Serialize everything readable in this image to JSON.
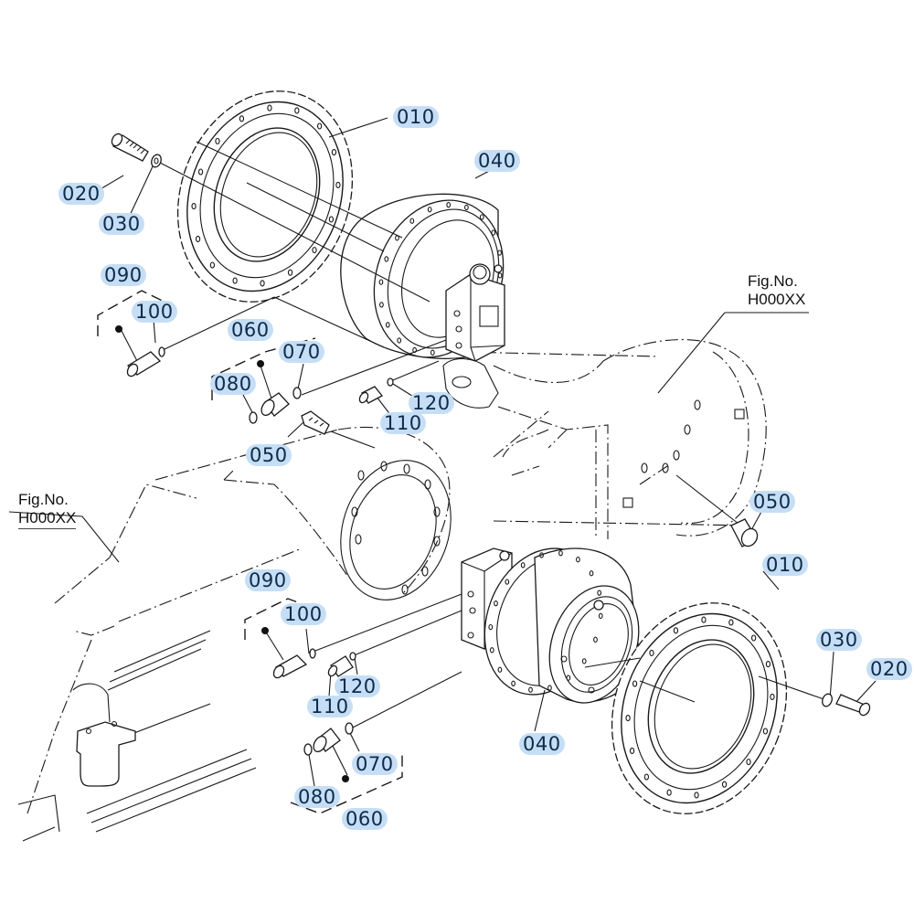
{
  "diagram": {
    "title": "Track motor / sprocket exploded parts view",
    "callouts": [
      {
        "id": "c010a",
        "label": "010",
        "part": "sprocket"
      },
      {
        "id": "c020a",
        "label": "020",
        "part": "bolt"
      },
      {
        "id": "c030a",
        "label": "030",
        "part": "washer"
      },
      {
        "id": "c040a",
        "label": "040",
        "part": "travel motor"
      },
      {
        "id": "c090a",
        "label": "090",
        "part": "fitting assembly"
      },
      {
        "id": "c100a",
        "label": "100",
        "part": "o-ring"
      },
      {
        "id": "c060a",
        "label": "060",
        "part": "fitting assembly"
      },
      {
        "id": "c070a",
        "label": "070",
        "part": "o-ring"
      },
      {
        "id": "c080a",
        "label": "080",
        "part": "o-ring"
      },
      {
        "id": "c120a",
        "label": "120",
        "part": "o-ring"
      },
      {
        "id": "c110a",
        "label": "110",
        "part": "plug"
      },
      {
        "id": "c050a",
        "label": "050",
        "part": "grease fitting"
      },
      {
        "id": "c050b",
        "label": "050",
        "part": "grease fitting"
      },
      {
        "id": "c010b",
        "label": "010",
        "part": "sprocket"
      },
      {
        "id": "c090b",
        "label": "090",
        "part": "fitting assembly"
      },
      {
        "id": "c100b",
        "label": "100",
        "part": "o-ring"
      },
      {
        "id": "c120b",
        "label": "120",
        "part": "o-ring"
      },
      {
        "id": "c110b",
        "label": "110",
        "part": "plug"
      },
      {
        "id": "c030b",
        "label": "030",
        "part": "washer"
      },
      {
        "id": "c020b",
        "label": "020",
        "part": "bolt"
      },
      {
        "id": "c040b",
        "label": "040",
        "part": "travel motor"
      },
      {
        "id": "c070b",
        "label": "070",
        "part": "o-ring"
      },
      {
        "id": "c080b",
        "label": "080",
        "part": "o-ring"
      },
      {
        "id": "c060b",
        "label": "060",
        "part": "fitting assembly"
      }
    ],
    "figure_refs": [
      {
        "line1": "Fig.No.",
        "line2": "H000XX"
      },
      {
        "line1": "Fig.No.",
        "line2": "H000XX"
      }
    ],
    "colors": {
      "callout_bg": "#c6def5",
      "callout_text": "#0d2b4a",
      "line": "#1a1a1a"
    }
  }
}
